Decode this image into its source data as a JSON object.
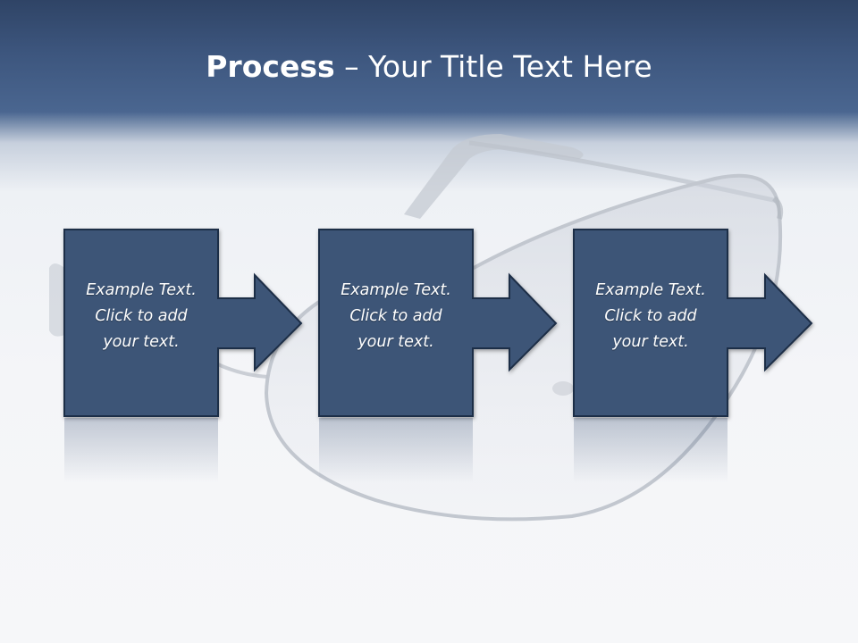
{
  "slide": {
    "title_bold": "Process",
    "title_sep": " – ",
    "title_rest": "Your Title Text Here"
  },
  "colors": {
    "header_dark": "#2f4466",
    "header_light": "#4a6690",
    "box_fill": "#3e5477",
    "box_stroke": "#1f2e47",
    "background": "#f4f5f8"
  },
  "background_image": "sunglasses",
  "steps": [
    {
      "text": "Example Text.\nClick  to add\nyour text."
    },
    {
      "text": "Example Text.\nClick  to add\nyour text."
    },
    {
      "text": "Example Text.\nClick  to add\nyour text."
    }
  ]
}
